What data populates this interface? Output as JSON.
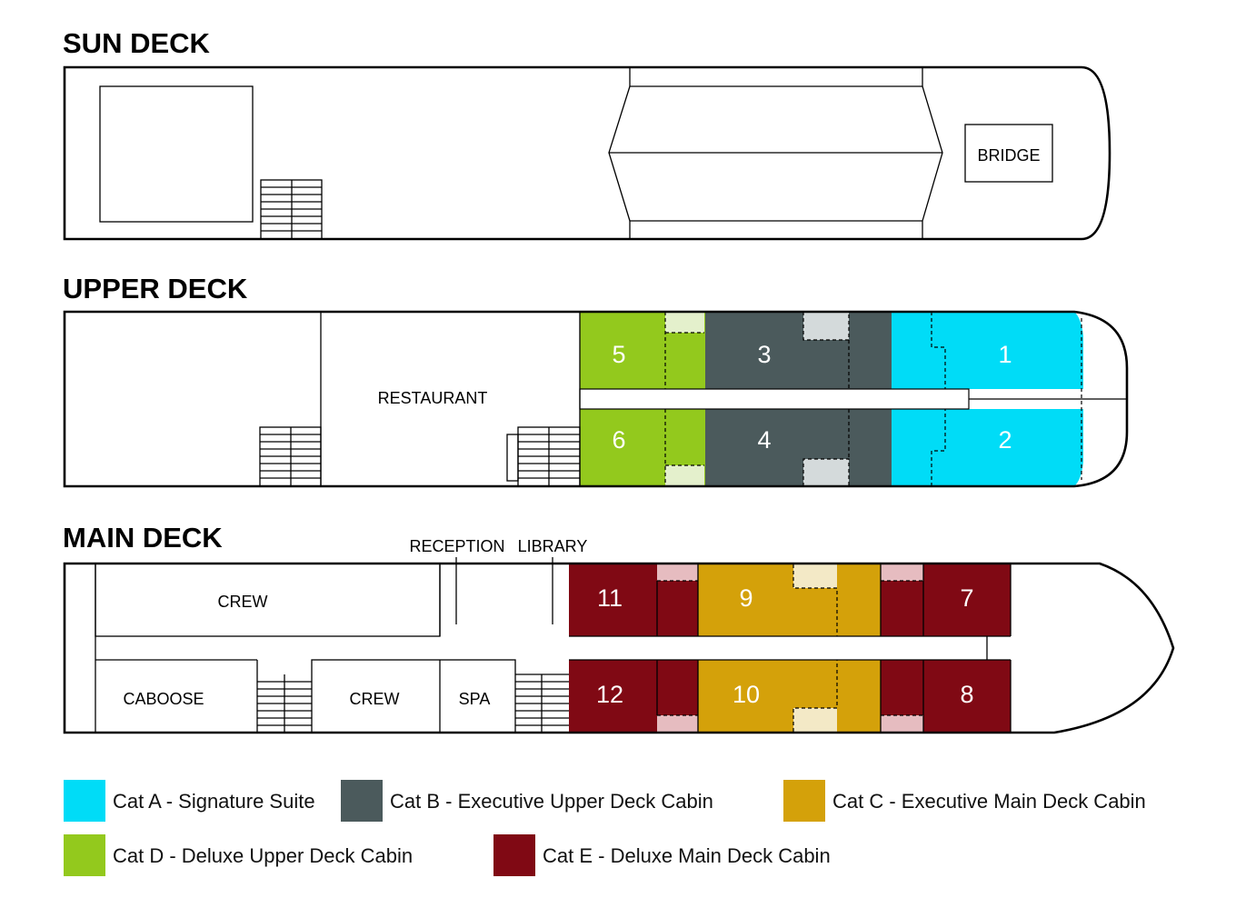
{
  "decks": {
    "sun": {
      "title": "SUN DECK",
      "bridge": "BRIDGE"
    },
    "upper": {
      "title": "UPPER DECK",
      "restaurant": "RESTAURANT"
    },
    "main": {
      "title": "MAIN DECK",
      "reception": "RECEPTION",
      "library": "LIBRARY",
      "crew_top": "CREW",
      "caboose": "CABOOSE",
      "crew_bottom": "CREW",
      "spa": "SPA"
    }
  },
  "cabins": {
    "c1": "1",
    "c2": "2",
    "c3": "3",
    "c4": "4",
    "c5": "5",
    "c6": "6",
    "c7": "7",
    "c8": "8",
    "c9": "9",
    "c10": "10",
    "c11": "11",
    "c12": "12"
  },
  "colors": {
    "cat_a": "#00dcf7",
    "cat_b": "#4b5a5c",
    "cat_c": "#d4a10a",
    "cat_d": "#93c91d",
    "cat_e": "#800914"
  },
  "legend": {
    "cat_a": "Cat A - Signature Suite",
    "cat_b": "Cat B - Executive Upper Deck Cabin",
    "cat_c": "Cat C - Executive Main Deck Cabin",
    "cat_d": "Cat D - Deluxe Upper Deck Cabin",
    "cat_e": "Cat E - Deluxe Main Deck Cabin"
  }
}
